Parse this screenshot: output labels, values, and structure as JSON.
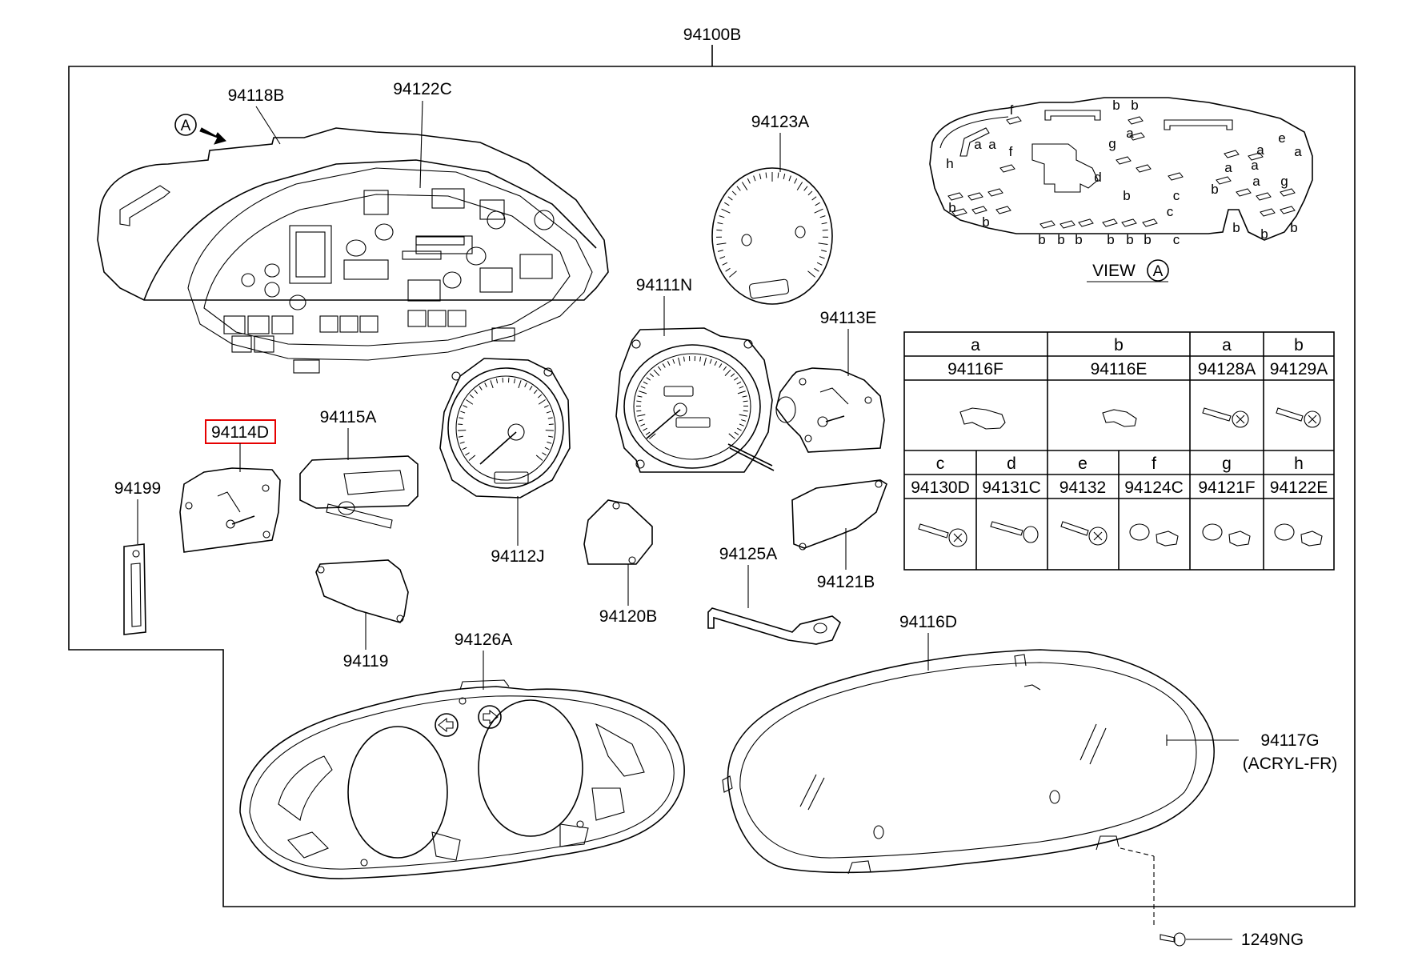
{
  "labels": {
    "assembly": "94100B",
    "p94118B": "94118B",
    "p94122C": "94122C",
    "p94123A": "94123A",
    "p94111N": "94111N",
    "p94113E": "94113E",
    "p94114D": "94114D",
    "p94115A": "94115A",
    "p94199": "94199",
    "p94112J": "94112J",
    "p94120B": "94120B",
    "p94125A": "94125A",
    "p94121B": "94121B",
    "p94119": "94119",
    "p94126A": "94126A",
    "p94116D": "94116D",
    "p94117G": "94117G",
    "p94117G_note": "(ACRYL-FR)",
    "p1249NG": "1249NG",
    "view_marker": "A",
    "view_title": "VIEW",
    "view_letter": "A"
  },
  "view_letters": [
    "f",
    "b",
    "b",
    "h",
    "a",
    "a",
    "g",
    "f",
    "a",
    "d",
    "b",
    "c",
    "c",
    "b",
    "a",
    "e",
    "a",
    "a",
    "a",
    "a",
    "g",
    "b",
    "b",
    "b",
    "b",
    "b",
    "b",
    "b",
    "b",
    "b",
    "c",
    "b",
    "b"
  ],
  "table": {
    "row1": [
      {
        "key": "a",
        "part": "94116F"
      },
      {
        "key": "b",
        "part": "94116E"
      },
      {
        "key": "a",
        "part": "94128A"
      },
      {
        "key": "b",
        "part": "94129A"
      }
    ],
    "row2": [
      {
        "key": "c",
        "part": "94130D"
      },
      {
        "key": "d",
        "part": "94131C"
      },
      {
        "key": "e",
        "part": "94132"
      },
      {
        "key": "f",
        "part": "94124C"
      },
      {
        "key": "g",
        "part": "94121F"
      },
      {
        "key": "h",
        "part": "94122E"
      }
    ]
  },
  "highlight": {
    "part": "94114D",
    "color": "#e60000"
  }
}
